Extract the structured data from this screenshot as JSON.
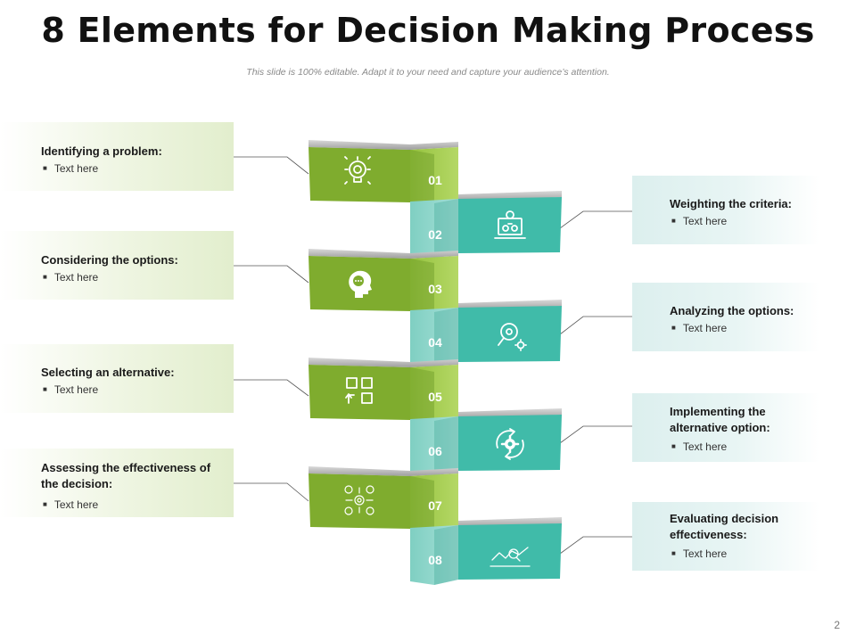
{
  "title": "8 Elements for Decision Making Process",
  "subtitle": "This slide is 100% editable. Adapt it to your need and capture your audience’s attention.",
  "page_number": "2",
  "colors": {
    "green": "#7fac2e",
    "green_dark": "#5f8b1d",
    "green_light": "#a9cf57",
    "teal": "#40bba9",
    "teal_dark": "#2e9b8b",
    "teal_light": "#8fd6cb"
  },
  "steps": [
    {
      "num": "01",
      "title": "Identifying a problem:",
      "bullet": "Text here",
      "icon": "target-bulb-icon",
      "side": "left"
    },
    {
      "num": "02",
      "title": "Weighting the criteria:",
      "bullet": "Text here",
      "icon": "laptop-gear-icon",
      "side": "right"
    },
    {
      "num": "03",
      "title": "Considering the options:",
      "bullet": "Text here",
      "icon": "head-thought-icon",
      "side": "left"
    },
    {
      "num": "04",
      "title": "Analyzing  the options:",
      "bullet": "Text here",
      "icon": "magnifier-gear-icon",
      "side": "right"
    },
    {
      "num": "05",
      "title": "Selecting an alternative:",
      "bullet": "Text here",
      "icon": "grid-select-icon",
      "side": "left"
    },
    {
      "num": "06",
      "title": "Implementing the alternative option:",
      "bullet": "Text here",
      "icon": "cycle-gear-icon",
      "side": "right"
    },
    {
      "num": "07",
      "title": "Assessing the effectiveness of the decision:",
      "bullet": "Text here",
      "icon": "network-gear-icon",
      "side": "left"
    },
    {
      "num": "08",
      "title": "Evaluating decision effectiveness:",
      "bullet": "Text here",
      "icon": "chart-analysis-icon",
      "side": "right"
    }
  ]
}
